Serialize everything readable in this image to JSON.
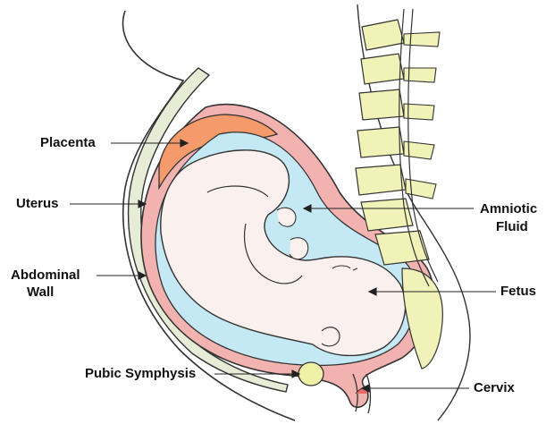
{
  "labels": {
    "placenta": "Placenta",
    "uterus": "Uterus",
    "abdominal_wall_line1": "Abdominal",
    "abdominal_wall_line2": "Wall",
    "pubic_symphysis": "Pubic Symphysis",
    "amniotic_fluid_line1": "Amniotic",
    "amniotic_fluid_line2": "Fluid",
    "fetus": "Fetus",
    "cervix": "Cervix"
  },
  "colors": {
    "placenta": "#f59a6b",
    "uterus": "#f2b3b0",
    "amniotic_fluid": "#c4e9f4",
    "fetus": "#faf0ee",
    "spine_bone": "#f0f2b8",
    "pubic_bone": "#eef0a6",
    "abdominal_wall": "#e6ecd6",
    "outline": "#333333"
  }
}
